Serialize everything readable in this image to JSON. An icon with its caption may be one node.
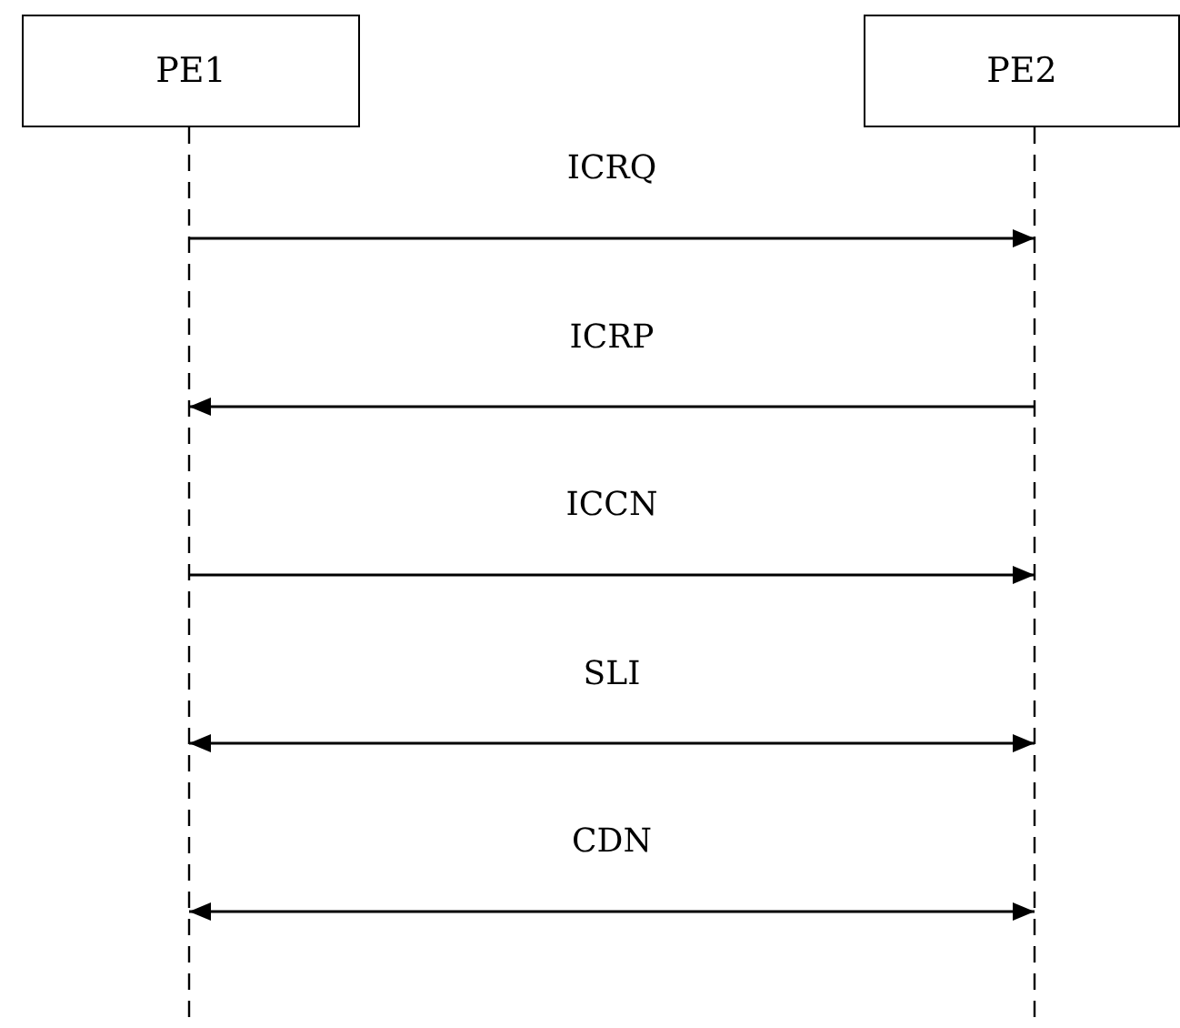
{
  "diagram": {
    "nodes": [
      {
        "text": [
          "PE1"
        ]
      },
      {
        "text": [
          "PE2"
        ]
      }
    ],
    "edges": [
      {
        "from": 0,
        "to": 1,
        "arrow": "to",
        "label": "ICRQ"
      },
      {
        "from": 1,
        "to": 0,
        "arrow": "to",
        "label": "ICRP"
      },
      {
        "from": 0,
        "to": 1,
        "arrow": "to",
        "label": "ICCN"
      },
      {
        "from": 0,
        "to": 1,
        "arrow": "both",
        "label": "SLI"
      },
      {
        "from": 0,
        "to": 1,
        "arrow": "both",
        "label": "CDN"
      }
    ]
  }
}
